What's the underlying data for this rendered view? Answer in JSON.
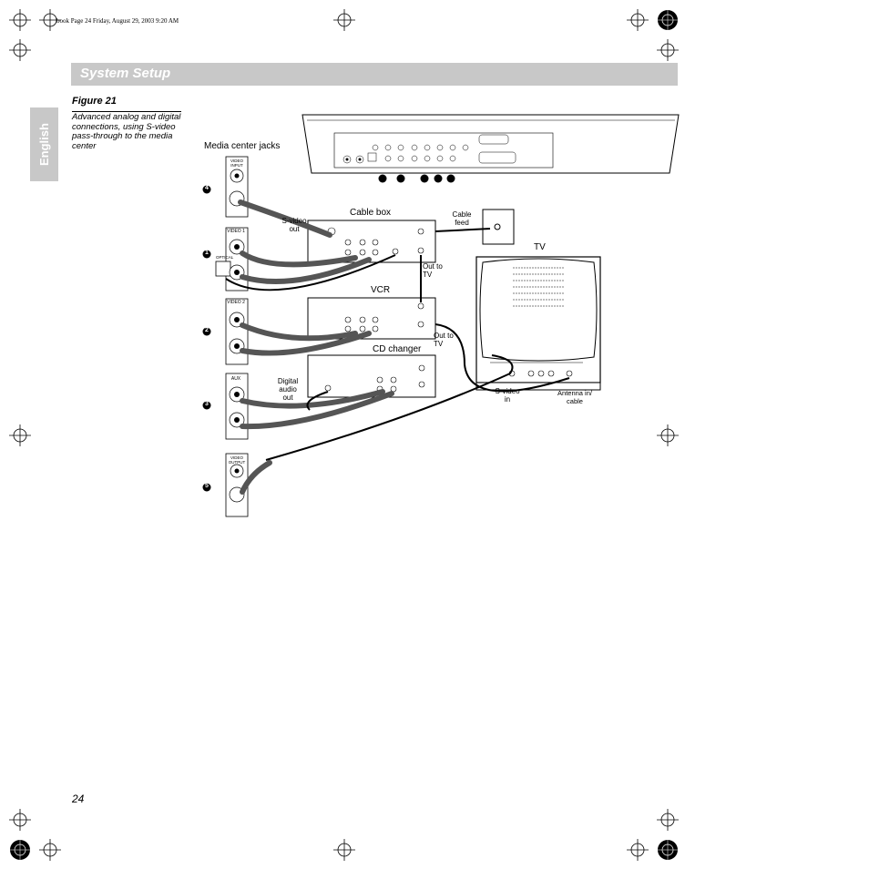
{
  "header_note": "book  Page 24  Friday, August 29, 2003  9:20 AM",
  "title": "System Setup",
  "side_tab": "English",
  "figure": {
    "label": "Figure 21",
    "caption": "Advanced analog and digital connections, using S-video pass-through to the media center"
  },
  "diagram": {
    "media_center_jacks": "Media center jacks",
    "cable_box": "Cable box",
    "vcr": "VCR",
    "cd_changer": "CD changer",
    "tv": "TV",
    "s_video_out": "S-video out",
    "cable_feed": "Cable feed",
    "out_to_tv_1": "Out to TV",
    "out_to_tv_2": "Out to TV",
    "digital_audio_out": "Digital audio out",
    "s_video_in": "S-video in",
    "antenna_cable": "Antenna in/ cable",
    "jack_video_input": "VIDEO INPUT",
    "jack_video1": "VIDEO 1",
    "jack_optical": "OPTICAL",
    "jack_video2": "VIDEO 2",
    "jack_aux": "AUX",
    "jack_video_output": "VIDEO OUTPUT",
    "num1": "1",
    "num2": "2",
    "num3": "3",
    "num4": "4",
    "num5": "5"
  },
  "page_number": "24"
}
